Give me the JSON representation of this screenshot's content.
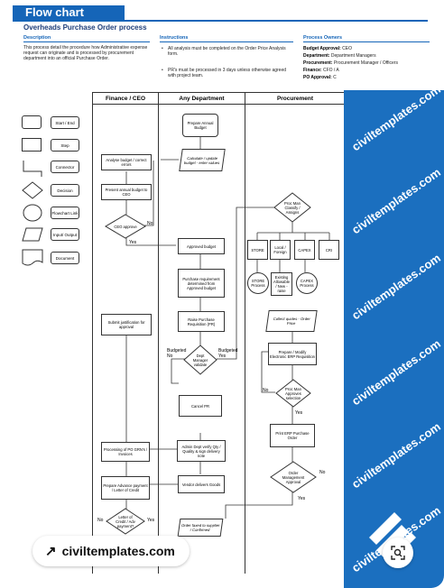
{
  "header": {
    "title": "Flow chart",
    "subtitle": "Overheads Purchase Order process"
  },
  "sections": {
    "description": {
      "heading": "Description",
      "text": "This process detail the procedure how Administrative expense request can originate and is processed by procurement department into an official Purchase Order."
    },
    "instructions": {
      "heading": "Instructions",
      "items": [
        "All analysis must be completed on the Order Price Analysis form.",
        "PR's must be processed in 3 days unless otherwise agreed with project team."
      ]
    },
    "owners": {
      "heading": "Process Owners",
      "rows": [
        {
          "label": "Budget Approval:",
          "value": "CEO"
        },
        {
          "label": "Department:",
          "value": "Department Managers"
        },
        {
          "label": "Procurement:",
          "value": "Procurement Manager / Officers"
        },
        {
          "label": "Finance:",
          "value": "CFO / A"
        },
        {
          "label": "PO Approval:",
          "value": "C"
        }
      ]
    }
  },
  "lanes": [
    "Finance / CEO",
    "Any Department",
    "Procurement"
  ],
  "legend": [
    "Start / End",
    "Step",
    "Connector",
    "Decision",
    "Flowchart Link",
    "Input/ Output",
    "Document"
  ],
  "nodes": {
    "prepare_budget": "Prepare Annual Budget",
    "calc_budget": "Calculate / update budget - enter values",
    "analyse_budget": "Analyse budget / correct errors",
    "present_budget": "Present annual budget to CEO",
    "ceo_approve": "CEO approve",
    "approved_budget": "Approved budget",
    "purchase_req": "Purchase requirement determined from Approved budget",
    "raise_pr": "Raise Purchase Requisition (PR)",
    "submit_justification": "Submit justification for approval",
    "dept_mgr_validate": "Dept Manager validate",
    "cancel_pr": "Cancel PR",
    "admin_verify": "Admin Dept verify Qty / Quality & sign delivery note",
    "processing_po": "Processing of PO GRN's / Invoices",
    "prepare_advance": "Prepare Advance payment / Letter of Credit",
    "vendor_delivers": "Vendor delivers Goods",
    "letter_credit": "Letter of Credit / Adv payment?",
    "order_faxed": "Order faxed to supplier / Confirmed",
    "proc_mgr_classify": "Proc Man Classify / Assigns",
    "store": "STORE",
    "local_foreign": "Local / Foreign",
    "capex": "CAPEX",
    "cri": "CRI",
    "store_process": "STORE Process",
    "existing_allowable": "Existing Allowable / New - raise",
    "capex_process": "CAPEX Process",
    "collect_quotes": "Collect quotes - Order Price",
    "prepare_erp": "Prepare / Modify Electronic ERP Requisition",
    "proc_mgr_approves": "Proc Man Approves selection",
    "print_erp": "Print ERP Purchase Order",
    "order_mgmt_approval": "Order Management Approval"
  },
  "edge_labels": {
    "no": "No",
    "yes": "Yes",
    "budgeted_no": "Budgeted No",
    "budgeted_yes": "Budgeted Yes"
  },
  "watermark": "civiltemplates.com",
  "source_badge": {
    "arrow": "↗",
    "label": "civiltemplates.com"
  },
  "icons": {
    "arrow": "north-east-arrow-icon",
    "lens": "visual-search-icon"
  },
  "colors": {
    "brand_blue": "#1565b8",
    "watermark_blue": "#1b6fbf"
  }
}
